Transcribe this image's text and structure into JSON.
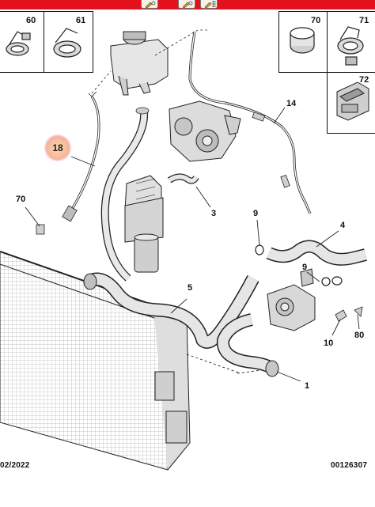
{
  "toolbar": {
    "buttons": [
      {
        "icon": "pencil-link-icon"
      },
      {
        "icon": "pencil-link-icon"
      },
      {
        "icon": "pencil-grid-icon"
      }
    ],
    "bar_color": "#e2111b"
  },
  "part_boxes": {
    "left": [
      {
        "label": "60"
      },
      {
        "label": "61"
      }
    ],
    "right": [
      {
        "label": "70"
      },
      {
        "label": "71"
      },
      {
        "label": "72"
      }
    ]
  },
  "callouts": {
    "highlighted": "18",
    "hose_14": "14",
    "hose_3": "3",
    "ring_9_top": "9",
    "hose_4": "4",
    "fitting_70": "70",
    "hose_5": "5",
    "ring_9_mid": "9",
    "hose_1": "1",
    "clip_10": "10",
    "clip_80": "80"
  },
  "footer": {
    "date": "02/2022",
    "ref": "00126307"
  }
}
